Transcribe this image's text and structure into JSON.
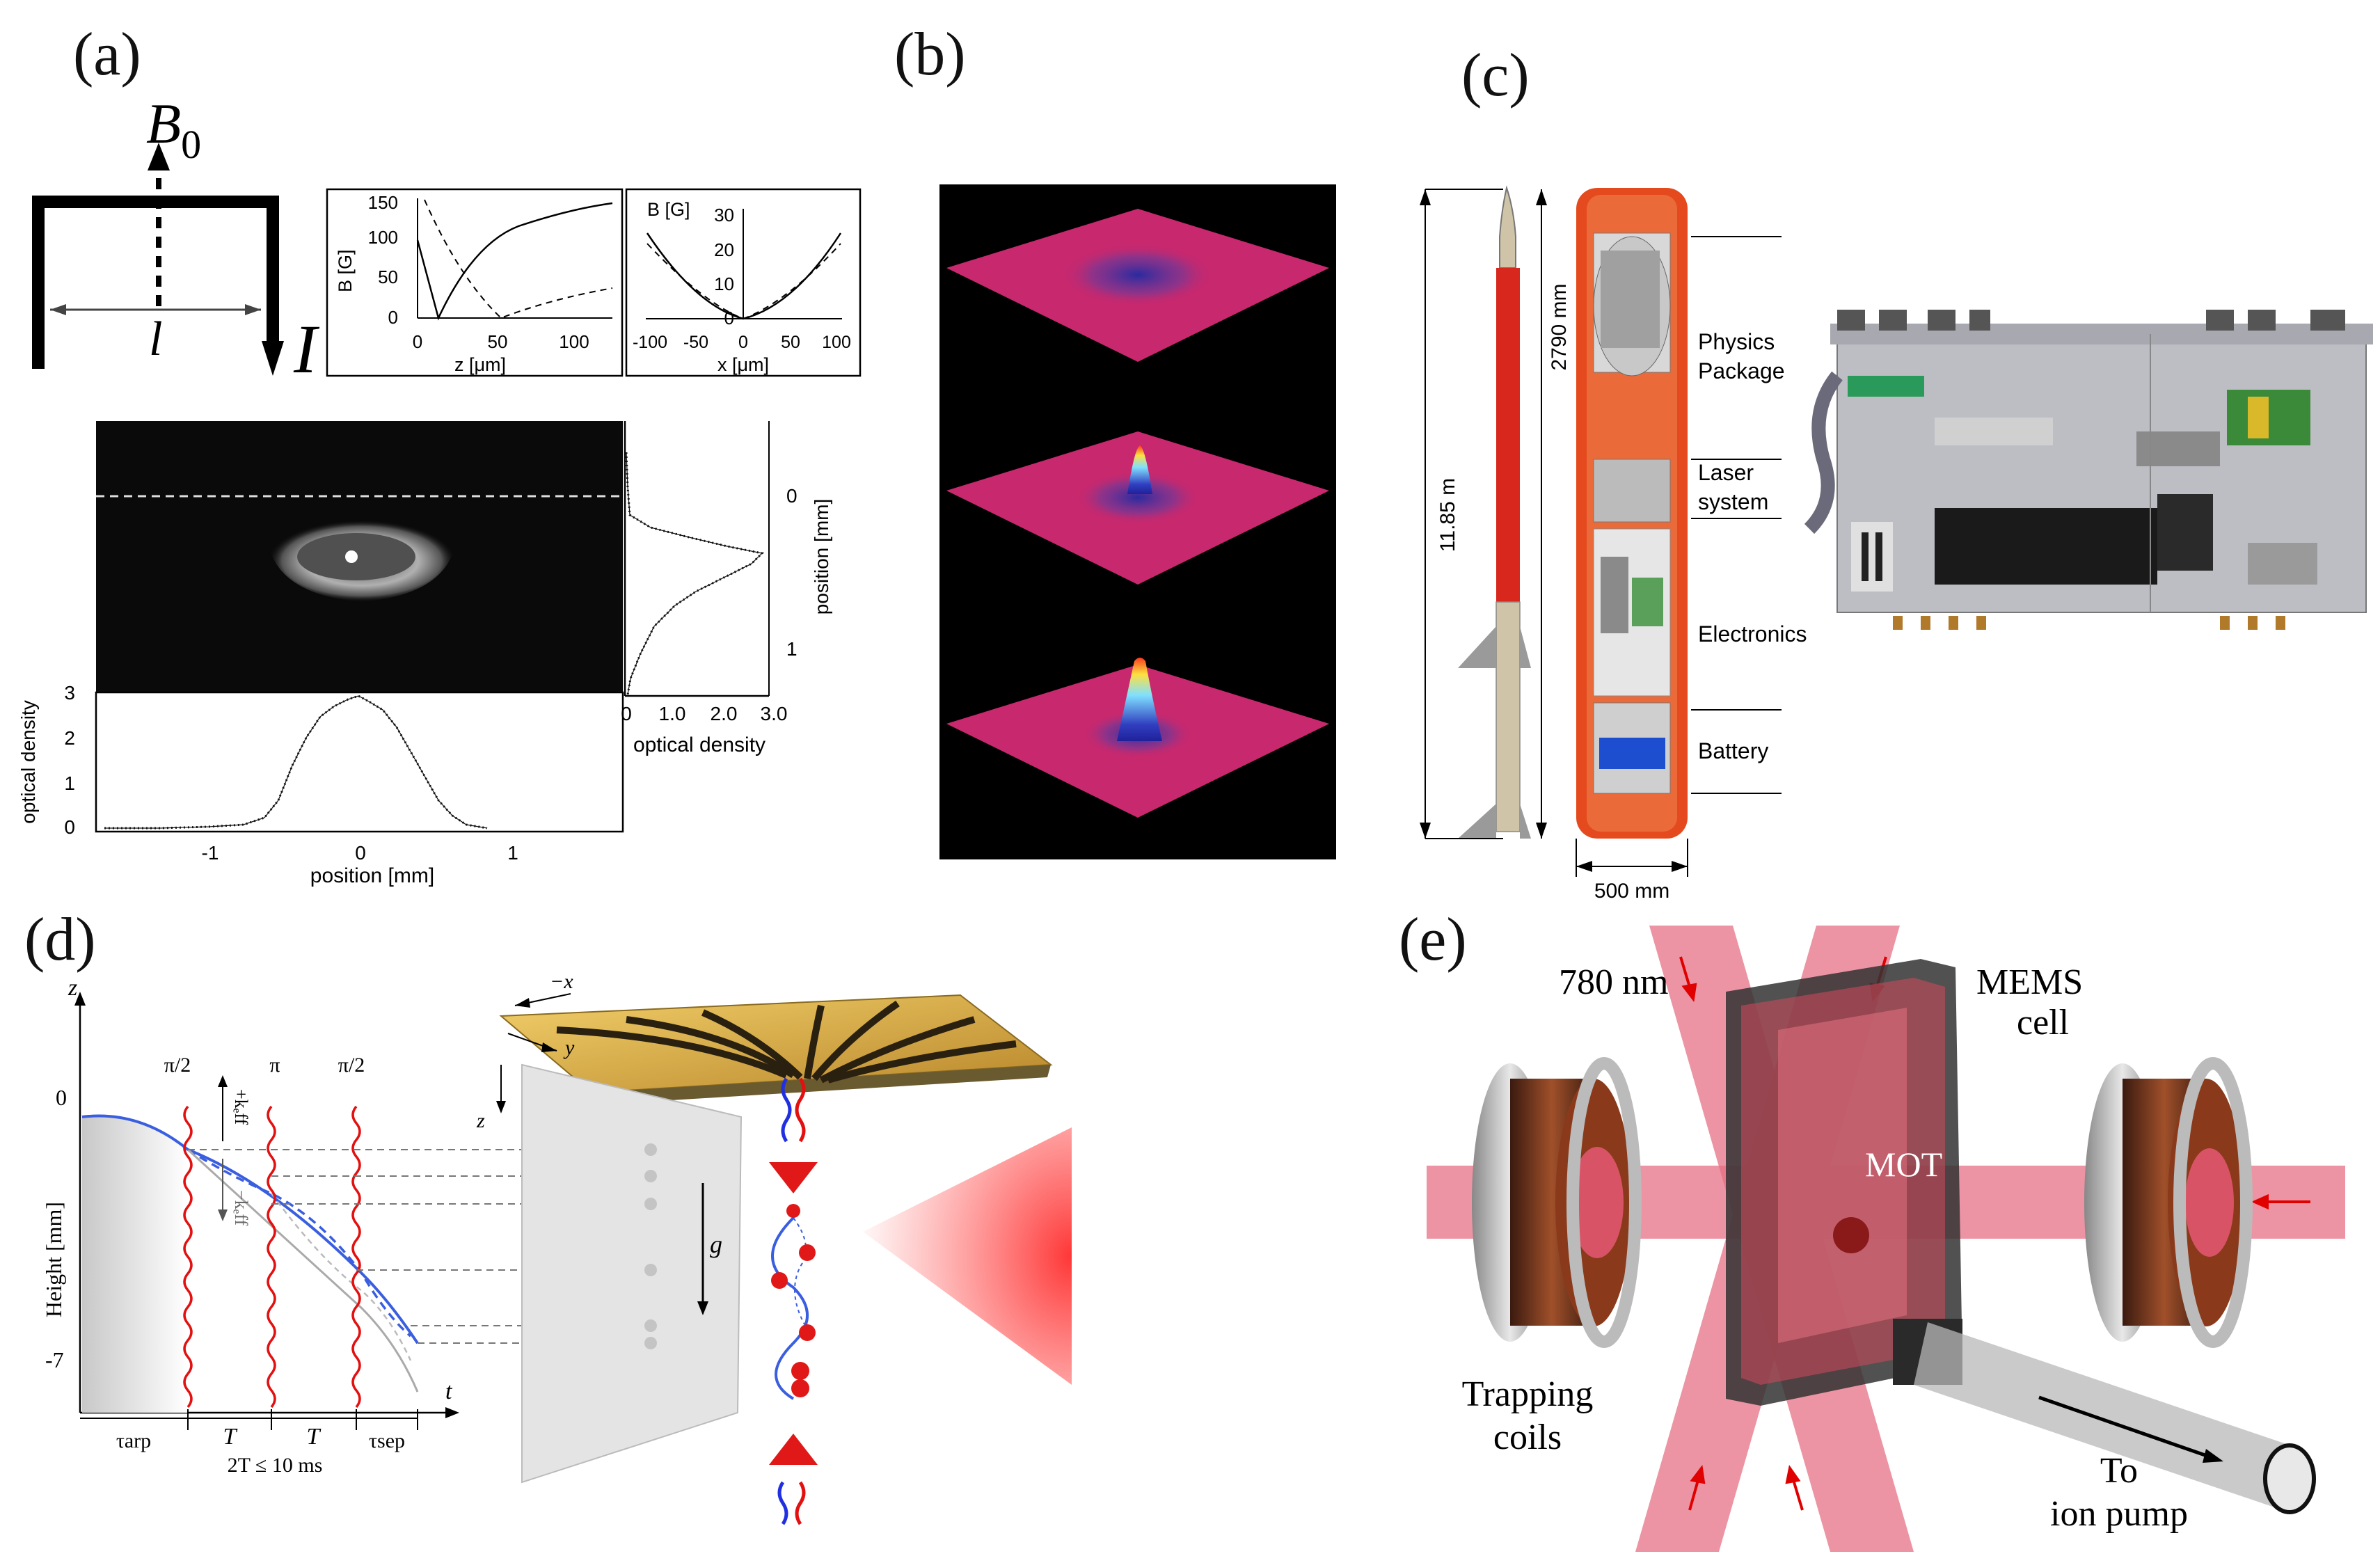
{
  "panels": {
    "a": {
      "label": "(a)",
      "diagram": {
        "field": "B",
        "field_sub": "0",
        "length": "l",
        "current": "I"
      },
      "plot_z": {
        "ylabel": "B [G]",
        "xlabel": "z [μm]",
        "yticks": [
          "150",
          "100",
          "50",
          "0"
        ],
        "xticks": [
          "0",
          "50",
          "100"
        ]
      },
      "plot_x": {
        "ylabel": "B [G]",
        "xlabel": "x [μm]",
        "yticks": [
          "30",
          "20",
          "10",
          "0"
        ],
        "xticks": [
          "-100",
          "-50",
          "0",
          "50",
          "100"
        ]
      },
      "vprofile": {
        "yticks": [
          "0",
          "1"
        ],
        "xticks": [
          "0",
          "1.0",
          "2.0",
          "3.0"
        ],
        "ylabel": "position [mm]",
        "xlabel": "optical density"
      },
      "hprofile": {
        "yticks": [
          "3",
          "2",
          "1",
          "0"
        ],
        "xticks": [
          "-1",
          "0",
          "1"
        ],
        "ylabel": "optical density",
        "xlabel": "position [mm]"
      }
    },
    "b": {
      "label": "(b)"
    },
    "c": {
      "label": "(c)",
      "height_rocket": "11.85 m",
      "height_module": "2790 mm",
      "width": "500 mm",
      "sections": [
        "Physics\nPackage",
        "Laser\nsystem",
        "Electronics",
        "Battery"
      ]
    },
    "d": {
      "label": "(d)",
      "axes": {
        "z": "z",
        "t": "t",
        "ylabel": "Height [mm]",
        "y0": "0",
        "y7": "-7",
        "x": "−x",
        "y": "y",
        "z2": "z",
        "g": "g"
      },
      "pulses": [
        "π/2",
        "π",
        "π/2"
      ],
      "keff_up": "+kₑff",
      "keff_down": "−kₑff",
      "times": [
        "τarp",
        "T",
        "T",
        "τsep"
      ],
      "constraint": "2T ≤ 10 ms"
    },
    "e": {
      "label": "(e)",
      "wavelength": "780 nm",
      "cell": "MEMS\ncell",
      "mot": "MOT",
      "coils": "Trapping\ncoils",
      "pump": "To\nion pump"
    }
  },
  "colors": {
    "magenta": "#c8286e",
    "beam": "#e0566e",
    "rocket_red": "#d8281e",
    "gold": "#d9a93a",
    "blue_line": "#3a5ee0",
    "red_wave": "#e31010"
  }
}
